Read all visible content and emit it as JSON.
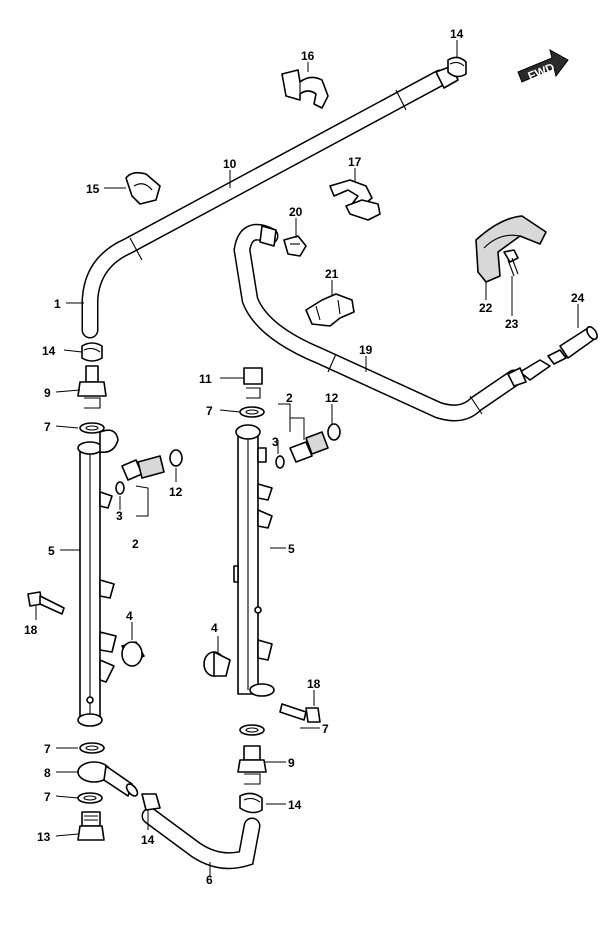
{
  "diagram": {
    "fwd_label": "FWD",
    "callouts": {
      "c1": "1",
      "c2a": "2",
      "c2b": "2",
      "c3a": "3",
      "c3b": "3",
      "c4a": "4",
      "c4b": "4",
      "c5a": "5",
      "c5b": "5",
      "c6": "6",
      "c7a": "7",
      "c7b": "7",
      "c7c": "7",
      "c7d": "7",
      "c7e": "7",
      "c8": "8",
      "c9a": "9",
      "c9b": "9",
      "c10": "10",
      "c11": "11",
      "c12a": "12",
      "c12b": "12",
      "c13": "13",
      "c14a": "14",
      "c14b": "14",
      "c14c": "14",
      "c14d": "14",
      "c15": "15",
      "c16": "16",
      "c17": "17",
      "c18a": "18",
      "c18b": "18",
      "c19": "19",
      "c20": "20",
      "c21": "21",
      "c22": "22",
      "c23": "23",
      "c24": "24"
    },
    "colors": {
      "line": "#000000",
      "fill": "#ffffff",
      "shade": "#d8d8d8",
      "arrow": "#2a2a2a"
    }
  }
}
